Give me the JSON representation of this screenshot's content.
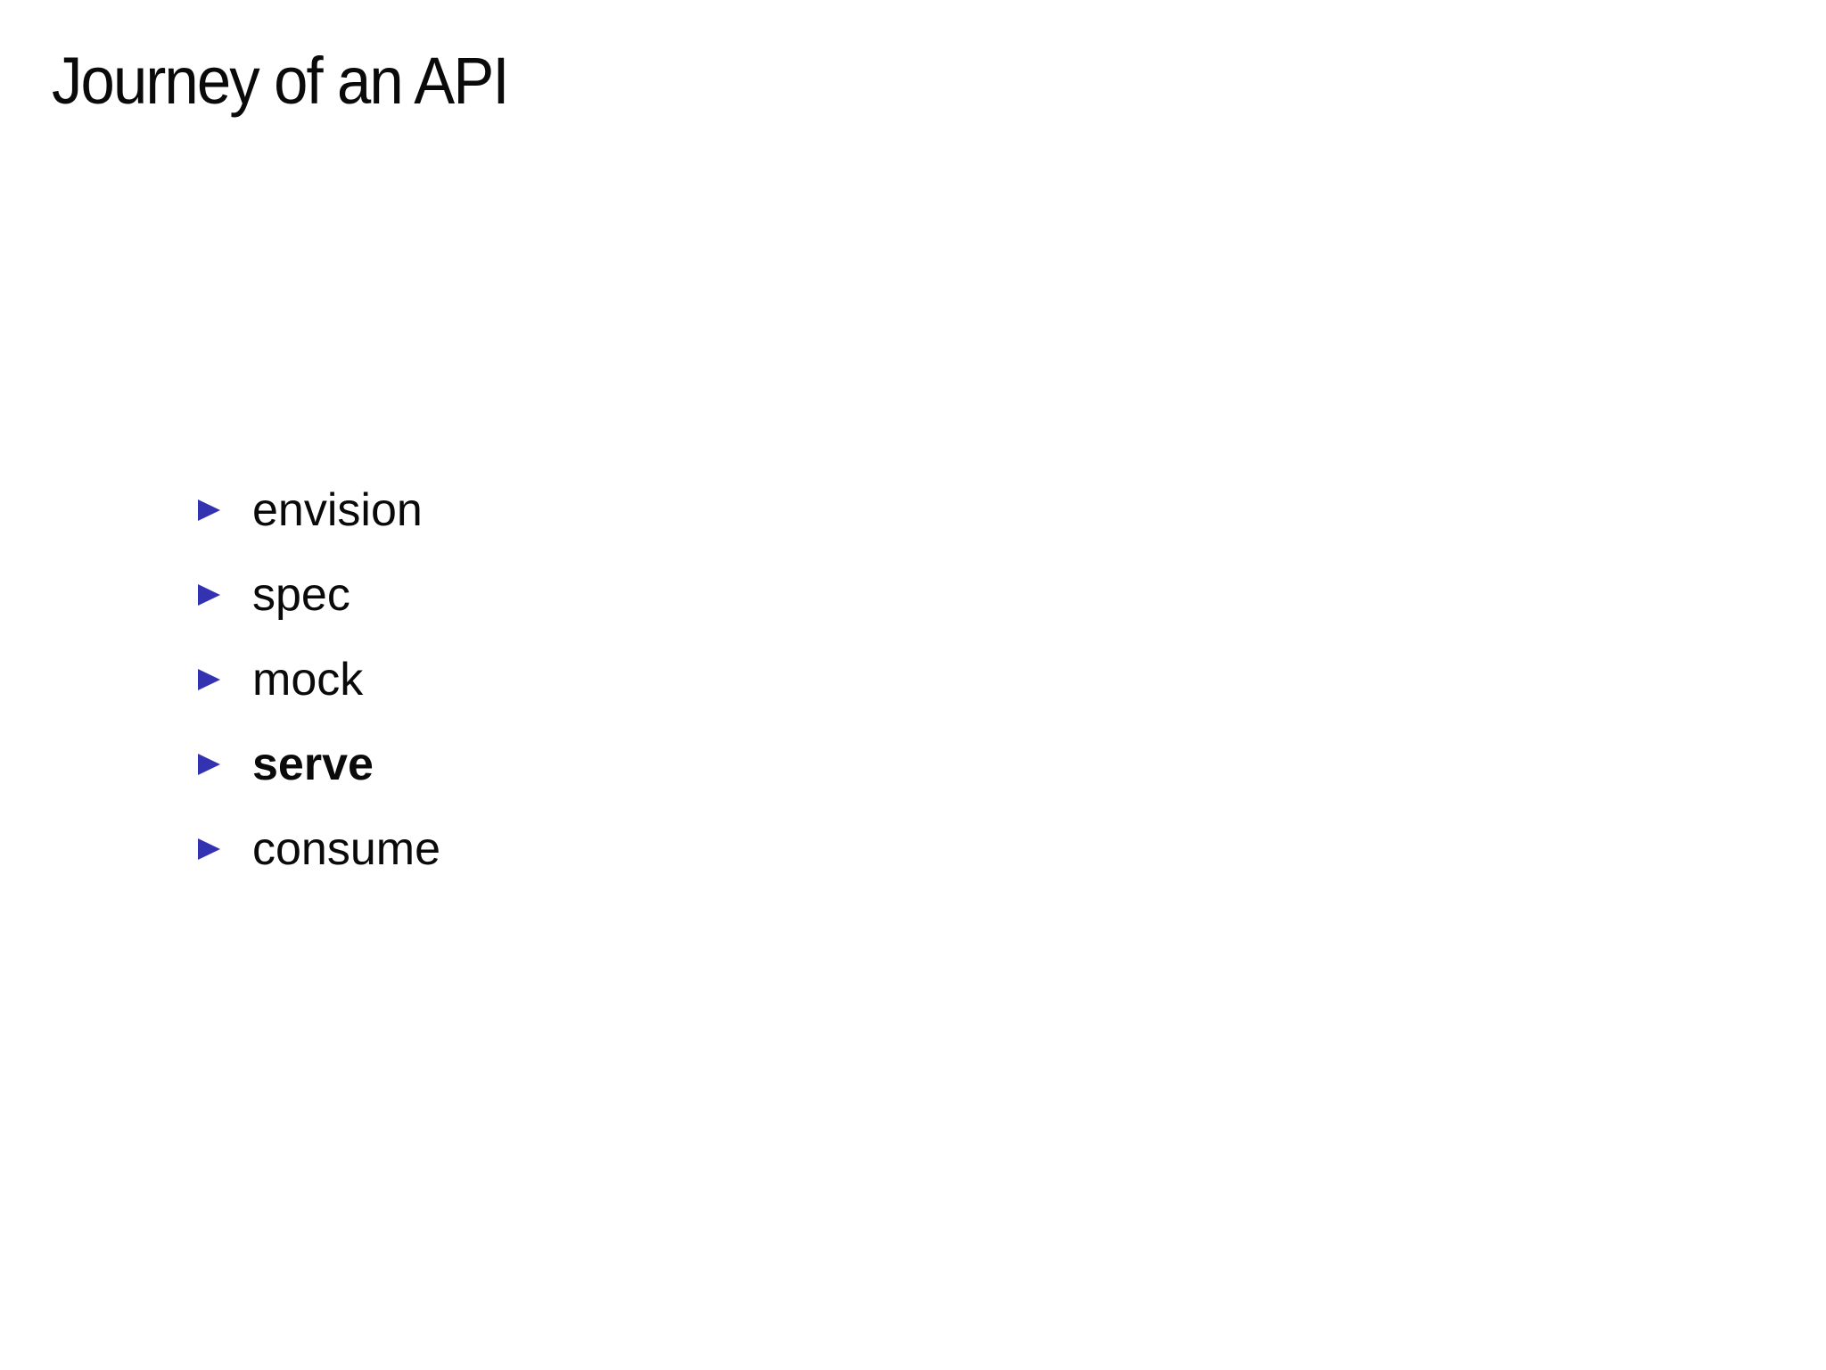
{
  "slide": {
    "title": "Journey of an API",
    "background_color": "#ffffff",
    "text_color": "#0a0a0a",
    "accent_color": "#3333b2",
    "bullet_icon": "triangle-right-icon",
    "items": [
      {
        "label": "envision",
        "bold": false
      },
      {
        "label": "spec",
        "bold": false
      },
      {
        "label": "mock",
        "bold": false
      },
      {
        "label": "serve",
        "bold": true
      },
      {
        "label": "consume",
        "bold": false
      }
    ]
  }
}
